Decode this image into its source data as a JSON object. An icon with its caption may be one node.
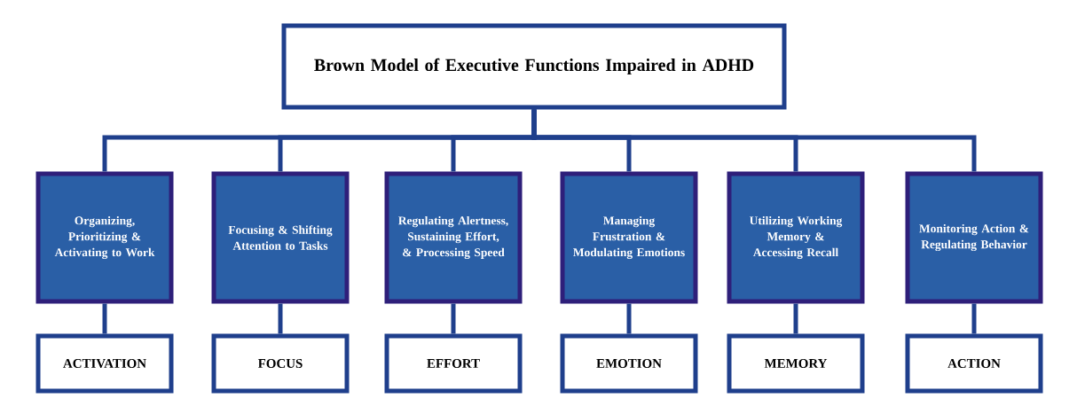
{
  "diagram": {
    "nodes": [
      {
        "text": [
          "Brown Model of Executive Functions Impaired in ADHD"
        ]
      },
      {
        "text": [
          "Organizing, Prioritizing & Activating to Work"
        ]
      },
      {
        "text": [
          "Focusing & Shifting Attention to Tasks"
        ]
      },
      {
        "text": [
          "Regulating Alertness, Sustaining Effort, & Processing Speed"
        ]
      },
      {
        "text": [
          "Managing Frustration & Modulating Emotions"
        ]
      },
      {
        "text": [
          "Utilizing Working Memory & Accessing Recall"
        ]
      },
      {
        "text": [
          "Monitoring Action & Regulating Behavior"
        ]
      },
      {
        "text": [
          "ACTIVATION"
        ]
      },
      {
        "text": [
          "FOCUS"
        ]
      },
      {
        "text": [
          "EFFORT"
        ]
      },
      {
        "text": [
          "EMOTION"
        ]
      },
      {
        "text": [
          "MEMORY"
        ]
      },
      {
        "text": [
          "ACTION"
        ]
      }
    ],
    "edges": [
      {
        "from": 0,
        "to": 1,
        "arrow": "none"
      },
      {
        "from": 0,
        "to": 2,
        "arrow": "none"
      },
      {
        "from": 0,
        "to": 3,
        "arrow": "none"
      },
      {
        "from": 0,
        "to": 4,
        "arrow": "none"
      },
      {
        "from": 0,
        "to": 5,
        "arrow": "none"
      },
      {
        "from": 0,
        "to": 6,
        "arrow": "none"
      },
      {
        "from": 1,
        "to": 7,
        "arrow": "none"
      },
      {
        "from": 2,
        "to": 8,
        "arrow": "none"
      },
      {
        "from": 3,
        "to": 9,
        "arrow": "none"
      },
      {
        "from": 4,
        "to": 10,
        "arrow": "none"
      },
      {
        "from": 5,
        "to": 11,
        "arrow": "none"
      },
      {
        "from": 6,
        "to": 12,
        "arrow": "none"
      }
    ]
  }
}
